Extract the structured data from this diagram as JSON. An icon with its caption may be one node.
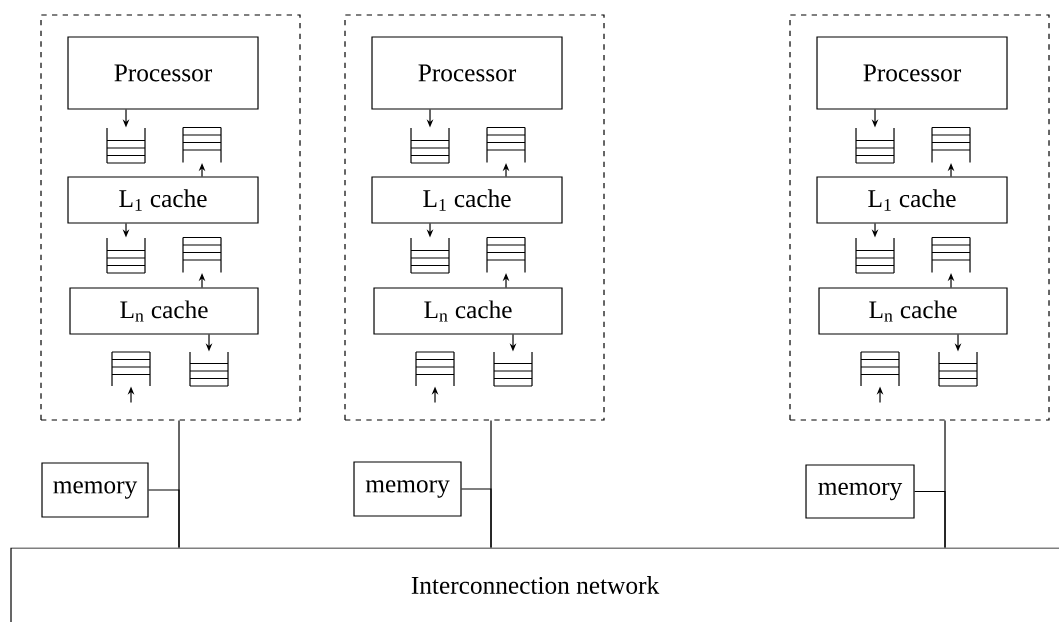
{
  "diagram": {
    "nodes": [
      {
        "text": [],
        "shape": "box"
      },
      {
        "text": [
          "Processor"
        ],
        "in": 0
      },
      {
        "text": [],
        "shape": "queue",
        "in": 0
      },
      {
        "text": [],
        "shape": "queue",
        "in": 0
      },
      {
        "text": [
          "L$_{1}$ cache"
        ],
        "in": 0
      },
      {
        "text": [],
        "shape": "queue",
        "in": 0
      },
      {
        "text": [],
        "shape": "queue",
        "in": 0
      },
      {
        "text": [
          "L$_{n}$ cache"
        ],
        "in": 0
      },
      {
        "text": [],
        "shape": "queue",
        "in": 0
      },
      {
        "text": [],
        "shape": "queue",
        "in": 0
      },
      {
        "text": [],
        "shape": "box"
      },
      {
        "text": [
          "Processor"
        ],
        "in": 10
      },
      {
        "text": [],
        "shape": "queue",
        "in": 10
      },
      {
        "text": [],
        "shape": "queue",
        "in": 10
      },
      {
        "text": [
          "L$_{1}$ cache"
        ],
        "in": 10
      },
      {
        "text": [],
        "shape": "queue",
        "in": 10
      },
      {
        "text": [],
        "shape": "queue",
        "in": 10
      },
      {
        "text": [
          "L$_{n}$ cache"
        ],
        "in": 10
      },
      {
        "text": [],
        "shape": "queue",
        "in": 10
      },
      {
        "text": [],
        "shape": "queue",
        "in": 10
      },
      {
        "text": [],
        "shape": "box"
      },
      {
        "text": [
          "Processor"
        ],
        "in": 20
      },
      {
        "text": [],
        "shape": "queue",
        "in": 20
      },
      {
        "text": [],
        "shape": "queue",
        "in": 20
      },
      {
        "text": [
          "L$_{1}$ cache"
        ],
        "in": 20
      },
      {
        "text": [],
        "shape": "queue",
        "in": 20
      },
      {
        "text": [],
        "shape": "queue",
        "in": 20
      },
      {
        "text": [
          "L$_{n}$ cache"
        ],
        "in": 20
      },
      {
        "text": [],
        "shape": "queue",
        "in": 20
      },
      {
        "text": [],
        "shape": "queue",
        "in": 20
      },
      {
        "text": [
          "memory"
        ]
      },
      {
        "text": [
          "memory"
        ]
      },
      {
        "text": [
          "memory"
        ]
      },
      {
        "text": [
          "Interconnection network"
        ]
      }
    ],
    "edges": [
      {
        "from": 1,
        "to": 2,
        "arrow": "to"
      },
      {
        "from": 4,
        "to": 3,
        "arrow": "to"
      },
      {
        "from": 4,
        "to": 5,
        "arrow": "to"
      },
      {
        "from": 7,
        "to": 6,
        "arrow": "to"
      },
      {
        "from": null,
        "to": 8,
        "arrow": "to"
      },
      {
        "from": 7,
        "to": 9,
        "arrow": "to"
      },
      {
        "from": 11,
        "to": 12,
        "arrow": "to"
      },
      {
        "from": 14,
        "to": 13,
        "arrow": "to"
      },
      {
        "from": 14,
        "to": 15,
        "arrow": "to"
      },
      {
        "from": 17,
        "to": 16,
        "arrow": "to"
      },
      {
        "from": null,
        "to": 18,
        "arrow": "to"
      },
      {
        "from": 17,
        "to": 19,
        "arrow": "to"
      },
      {
        "from": 21,
        "to": 22,
        "arrow": "to"
      },
      {
        "from": 24,
        "to": 23,
        "arrow": "to"
      },
      {
        "from": 24,
        "to": 25,
        "arrow": "to"
      },
      {
        "from": 27,
        "to": 26,
        "arrow": "to"
      },
      {
        "from": null,
        "to": 28,
        "arrow": "to"
      },
      {
        "from": 27,
        "to": 29,
        "arrow": "to"
      },
      {
        "from": 0,
        "to": 33,
        "arrow": "none"
      },
      {
        "from": 10,
        "to": 33,
        "arrow": "none"
      },
      {
        "from": 20,
        "to": 33,
        "arrow": "none"
      },
      {
        "from": 30,
        "to": 33,
        "arrow": "none"
      },
      {
        "from": 31,
        "to": 33,
        "arrow": "none"
      },
      {
        "from": 32,
        "to": 33,
        "arrow": "none"
      }
    ]
  }
}
